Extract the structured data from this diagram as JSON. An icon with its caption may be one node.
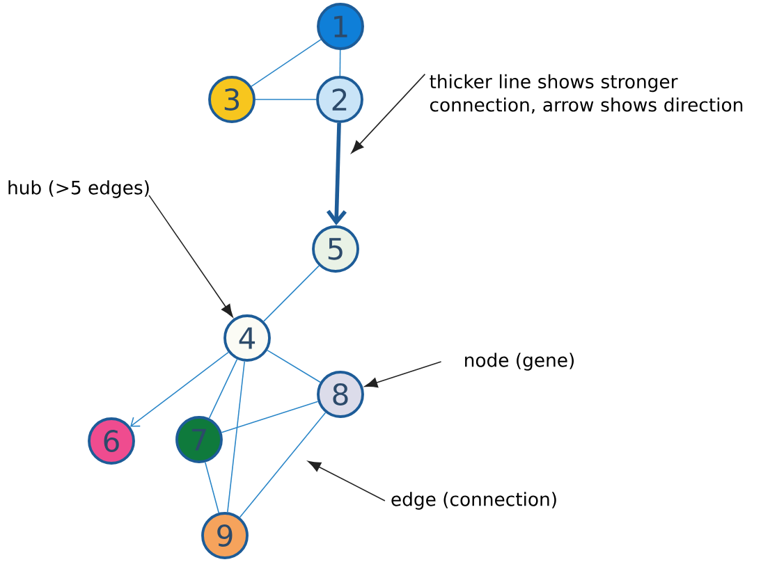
{
  "diagram": {
    "nodes": [
      {
        "text": [
          "1"
        ]
      },
      {
        "text": [
          "2"
        ]
      },
      {
        "text": [
          "3"
        ]
      },
      {
        "text": [
          "4"
        ]
      },
      {
        "text": [
          "5"
        ]
      },
      {
        "text": [
          "6"
        ]
      },
      {
        "text": [
          "7"
        ]
      },
      {
        "text": [
          "8"
        ]
      },
      {
        "text": [
          "9"
        ]
      },
      {
        "text": [
          "thicker line shows stronger connection, arrow shows direction"
        ]
      },
      {
        "text": [
          "hub (>5 edges)"
        ]
      },
      {
        "text": [
          "node (gene)"
        ]
      },
      {
        "text": [
          "edge (connection)"
        ]
      }
    ],
    "edges": [
      {
        "from": 0,
        "to": 2,
        "arrow": "none"
      },
      {
        "from": 0,
        "to": 1,
        "arrow": "none"
      },
      {
        "from": 2,
        "to": 1,
        "arrow": "none"
      },
      {
        "from": 1,
        "to": 4,
        "arrow": "to",
        "style": "thick",
        "color": "#1d5c98"
      },
      {
        "from": 4,
        "to": 3,
        "arrow": "none"
      },
      {
        "from": 3,
        "to": 5,
        "arrow": "to"
      },
      {
        "from": 3,
        "to": 6,
        "arrow": "none"
      },
      {
        "from": 3,
        "to": 8,
        "arrow": "none"
      },
      {
        "from": 3,
        "to": 7,
        "arrow": "none"
      },
      {
        "from": 7,
        "to": 6,
        "arrow": "none"
      },
      {
        "from": 7,
        "to": 8,
        "arrow": "none"
      },
      {
        "from": 6,
        "to": 8,
        "arrow": "none"
      },
      {
        "from": 9,
        "to": null,
        "arrow": "to",
        "color": "#222222"
      },
      {
        "from": 10,
        "to": 3,
        "arrow": "to",
        "color": "#222222"
      },
      {
        "from": 11,
        "to": 7,
        "arrow": "to",
        "color": "#222222"
      },
      {
        "from": 12,
        "to": null,
        "arrow": "to",
        "color": "#222222"
      }
    ]
  }
}
